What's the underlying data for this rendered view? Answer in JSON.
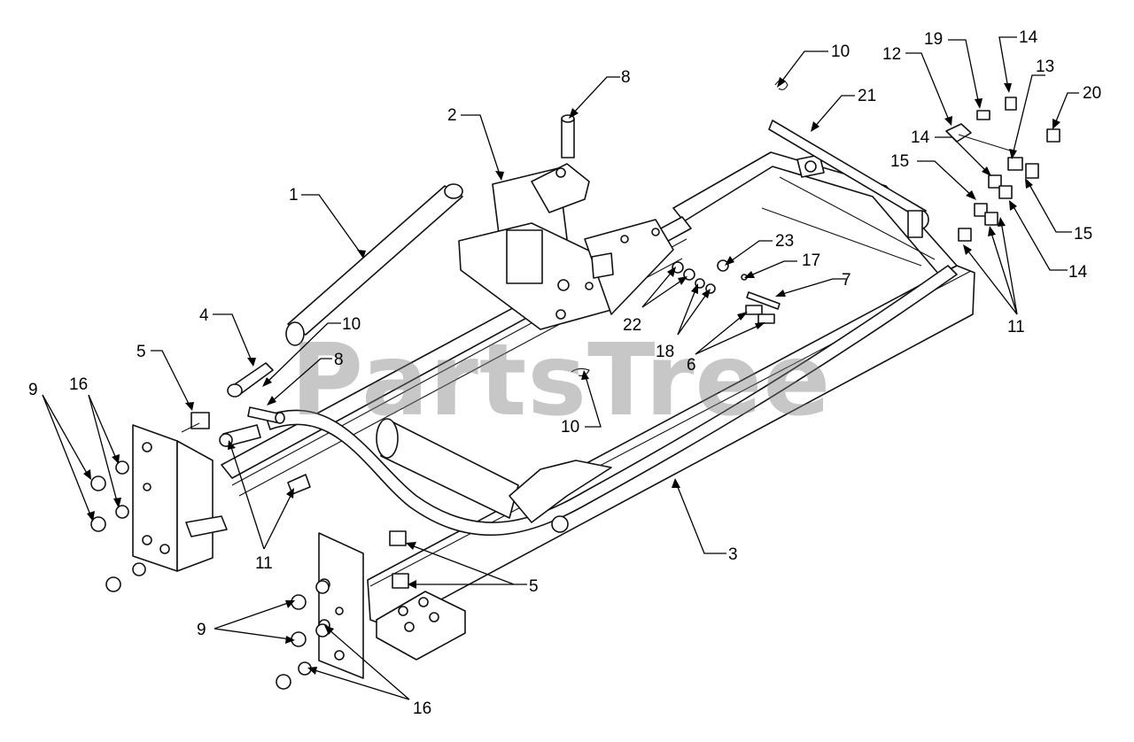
{
  "watermark": "PartsTree",
  "callouts": [
    {
      "id": "c1",
      "text": "1"
    },
    {
      "id": "c2",
      "text": "2"
    },
    {
      "id": "c3",
      "text": "3"
    },
    {
      "id": "c4",
      "text": "4"
    },
    {
      "id": "c5a",
      "text": "5"
    },
    {
      "id": "c5b",
      "text": "5"
    },
    {
      "id": "c6",
      "text": "6"
    },
    {
      "id": "c7",
      "text": "7"
    },
    {
      "id": "c8a",
      "text": "8"
    },
    {
      "id": "c8b",
      "text": "8"
    },
    {
      "id": "c9a",
      "text": "9"
    },
    {
      "id": "c9b",
      "text": "9"
    },
    {
      "id": "c10a",
      "text": "10"
    },
    {
      "id": "c10b",
      "text": "10"
    },
    {
      "id": "c10c",
      "text": "10"
    },
    {
      "id": "c11a",
      "text": "11"
    },
    {
      "id": "c11b",
      "text": "11"
    },
    {
      "id": "c12",
      "text": "12"
    },
    {
      "id": "c13",
      "text": "13"
    },
    {
      "id": "c14a",
      "text": "14"
    },
    {
      "id": "c14b",
      "text": "14"
    },
    {
      "id": "c14c",
      "text": "14"
    },
    {
      "id": "c15a",
      "text": "15"
    },
    {
      "id": "c15b",
      "text": "15"
    },
    {
      "id": "c16a",
      "text": "16"
    },
    {
      "id": "c16b",
      "text": "16"
    },
    {
      "id": "c17",
      "text": "17"
    },
    {
      "id": "c18",
      "text": "18"
    },
    {
      "id": "c19",
      "text": "19"
    },
    {
      "id": "c20",
      "text": "20"
    },
    {
      "id": "c21",
      "text": "21"
    },
    {
      "id": "c22",
      "text": "22"
    },
    {
      "id": "c23",
      "text": "23"
    }
  ]
}
